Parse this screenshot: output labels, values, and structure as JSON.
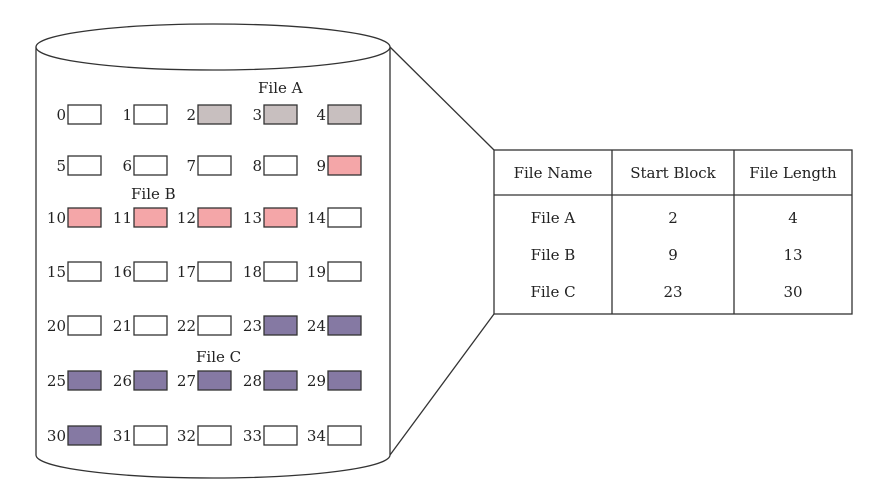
{
  "blocks": [
    {
      "id": "0",
      "file": null
    },
    {
      "id": "1",
      "file": null
    },
    {
      "id": "2",
      "file": "A"
    },
    {
      "id": "3",
      "file": "A"
    },
    {
      "id": "4",
      "file": "A"
    },
    {
      "id": "5",
      "file": null
    },
    {
      "id": "6",
      "file": null
    },
    {
      "id": "7",
      "file": null
    },
    {
      "id": "8",
      "file": null
    },
    {
      "id": "9",
      "file": "B"
    },
    {
      "id": "10",
      "file": "B"
    },
    {
      "id": "11",
      "file": "B"
    },
    {
      "id": "12",
      "file": "B"
    },
    {
      "id": "13",
      "file": "B"
    },
    {
      "id": "14",
      "file": null
    },
    {
      "id": "15",
      "file": null
    },
    {
      "id": "16",
      "file": null
    },
    {
      "id": "17",
      "file": null
    },
    {
      "id": "18",
      "file": null
    },
    {
      "id": "19",
      "file": null
    },
    {
      "id": "20",
      "file": null
    },
    {
      "id": "21",
      "file": null
    },
    {
      "id": "22",
      "file": null
    },
    {
      "id": "23",
      "file": "C"
    },
    {
      "id": "24",
      "file": "C"
    },
    {
      "id": "25",
      "file": "C"
    },
    {
      "id": "26",
      "file": "C"
    },
    {
      "id": "27",
      "file": "C"
    },
    {
      "id": "28",
      "file": "C"
    },
    {
      "id": "29",
      "file": "C"
    },
    {
      "id": "30",
      "file": "C"
    },
    {
      "id": "31",
      "file": null
    },
    {
      "id": "32",
      "file": null
    },
    {
      "id": "33",
      "file": null
    },
    {
      "id": "34",
      "file": null
    }
  ],
  "file_labels": {
    "A": "File A",
    "B": "File B",
    "C": "File C"
  },
  "colors": {
    "A": "#c8bfbf",
    "B": "#f4a6a8",
    "C": "#8579a3",
    "empty": "#ffffff",
    "stroke": "#333333"
  },
  "table": {
    "headers": [
      "File Name",
      "Start Block",
      "File Length"
    ],
    "rows": [
      [
        "File A",
        "2",
        "4"
      ],
      [
        "File B",
        "9",
        "13"
      ],
      [
        "File C",
        "23",
        "30"
      ]
    ]
  }
}
